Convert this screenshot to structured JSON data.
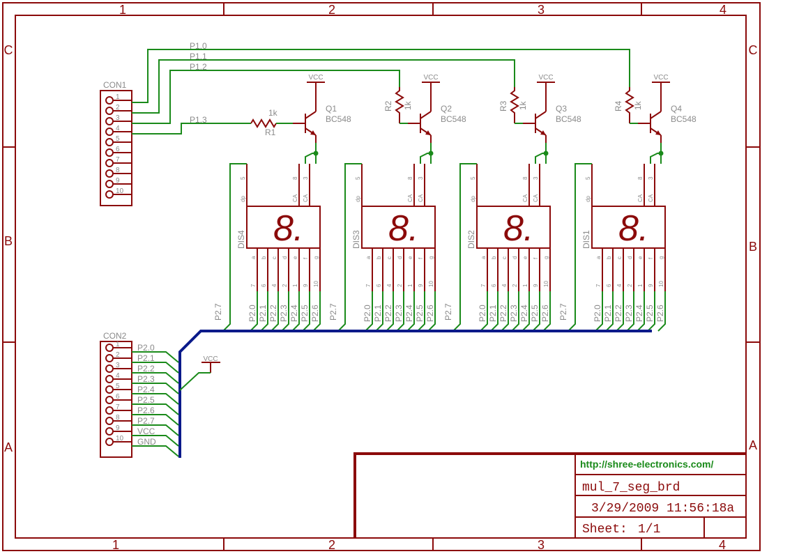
{
  "colors": {
    "frame": "#8b0a0a",
    "net": "#1a8a1a",
    "bus": "#0a1a8a",
    "label": "#8a8a8a"
  },
  "frame": {
    "cols": [
      "1",
      "2",
      "3",
      "4"
    ],
    "rows": [
      "C",
      "B",
      "A"
    ]
  },
  "title_block": {
    "url": "http://shree-electronics.com/",
    "title": "mul_7_seg_brd",
    "date": "3/29/2009 11:56:18a",
    "sheet_label": "Sheet:",
    "sheet_value": "1/1"
  },
  "con1": {
    "name": "CON1",
    "pins": [
      "1",
      "2",
      "3",
      "4",
      "5",
      "6",
      "7",
      "8",
      "9",
      "10"
    ]
  },
  "con2": {
    "name": "CON2",
    "pins": [
      "1",
      "2",
      "3",
      "4",
      "5",
      "6",
      "7",
      "8",
      "9",
      "10"
    ],
    "nets": [
      "P2.0",
      "P2.1",
      "P2.2",
      "P2.3",
      "P2.4",
      "P2.5",
      "P2.6",
      "P2.7",
      "VCC",
      "GND"
    ]
  },
  "port1_nets": [
    "P1.0",
    "P1.1",
    "P1.2",
    "P1.3"
  ],
  "vcc": "VCC",
  "transistors": [
    {
      "name": "Q1",
      "value": "BC548"
    },
    {
      "name": "Q2",
      "value": "BC548"
    },
    {
      "name": "Q3",
      "value": "BC548"
    },
    {
      "name": "Q4",
      "value": "BC548"
    }
  ],
  "resistors": [
    {
      "name": "R1",
      "value": "1k"
    },
    {
      "name": "R2",
      "value": "1k"
    },
    {
      "name": "R3",
      "value": "1k"
    },
    {
      "name": "R4",
      "value": "1k"
    }
  ],
  "displays": [
    {
      "name": "DIS4",
      "digit": "8."
    },
    {
      "name": "DIS3",
      "digit": "8."
    },
    {
      "name": "DIS2",
      "digit": "8."
    },
    {
      "name": "DIS1",
      "digit": "8."
    }
  ],
  "display_top_pins": [
    {
      "func": "dp",
      "num": "5"
    },
    {
      "func": "CA",
      "num": "8"
    },
    {
      "func": "CA",
      "num": "3"
    }
  ],
  "display_bottom_pins": [
    {
      "func": "a",
      "num": "7",
      "net": "P2.0"
    },
    {
      "func": "b",
      "num": "6",
      "net": "P2.1"
    },
    {
      "func": "c",
      "num": "4",
      "net": "P2.2"
    },
    {
      "func": "d",
      "num": "2",
      "net": "P2.3"
    },
    {
      "func": "e",
      "num": "1",
      "net": "P2.4"
    },
    {
      "func": "f",
      "num": "9",
      "net": "P2.5"
    },
    {
      "func": "g",
      "num": "10",
      "net": "P2.6"
    }
  ],
  "dp_net": "P2.7"
}
